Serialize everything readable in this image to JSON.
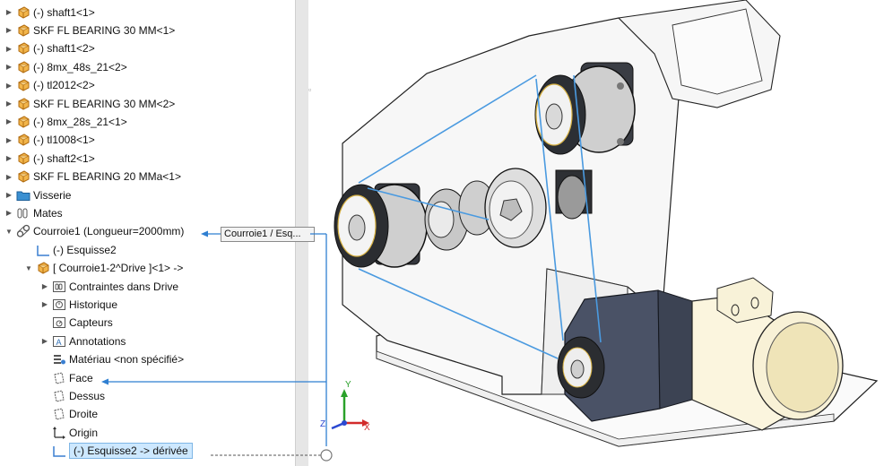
{
  "tree": {
    "items": [
      {
        "label": "(-) shaft1<1>",
        "icon": "part-icon",
        "expander": "right",
        "indent": 0
      },
      {
        "label": "SKF FL BEARING 30 MM<1>",
        "icon": "part-icon",
        "expander": "right",
        "indent": 0
      },
      {
        "label": "(-) shaft1<2>",
        "icon": "part-icon",
        "expander": "right",
        "indent": 0
      },
      {
        "label": "(-) 8mx_48s_21<2>",
        "icon": "part-icon",
        "expander": "right",
        "indent": 0
      },
      {
        "label": "(-) tl2012<2>",
        "icon": "part-icon",
        "expander": "right",
        "indent": 0
      },
      {
        "label": "SKF FL BEARING 30 MM<2>",
        "icon": "part-icon",
        "expander": "right",
        "indent": 0
      },
      {
        "label": "(-) 8mx_28s_21<1>",
        "icon": "part-icon",
        "expander": "right",
        "indent": 0
      },
      {
        "label": "(-) tl1008<1>",
        "icon": "part-icon",
        "expander": "right",
        "indent": 0
      },
      {
        "label": "(-) shaft2<1>",
        "icon": "part-icon",
        "expander": "right",
        "indent": 0
      },
      {
        "label": "SKF FL BEARING 20 MMa<1>",
        "icon": "part-icon",
        "expander": "right",
        "indent": 0
      },
      {
        "label": "Visserie",
        "icon": "folder-icon",
        "expander": "right",
        "indent": 0
      },
      {
        "label": "Mates",
        "icon": "mates-icon",
        "expander": "right",
        "indent": 0
      },
      {
        "label": "Courroie1 (Longueur=2000mm)",
        "icon": "belt-icon",
        "expander": "down",
        "indent": 0
      },
      {
        "label": "(-) Esquisse2",
        "icon": "sketch-icon",
        "expander": "none",
        "indent": 1
      },
      {
        "label": "[ Courroie1-2^Drive ]<1> ->",
        "icon": "part-icon",
        "expander": "down",
        "indent": 1
      },
      {
        "label": "Contraintes dans Drive",
        "icon": "mates-folder-icon",
        "expander": "right",
        "indent": 2
      },
      {
        "label": "Historique",
        "icon": "history-icon",
        "expander": "right",
        "indent": 2
      },
      {
        "label": "Capteurs",
        "icon": "sensor-icon",
        "expander": "none",
        "indent": 2
      },
      {
        "label": "Annotations",
        "icon": "annotation-icon",
        "expander": "right",
        "indent": 2
      },
      {
        "label": "Matériau <non spécifié>",
        "icon": "material-icon",
        "expander": "none",
        "indent": 2
      },
      {
        "label": "Face",
        "icon": "plane-icon",
        "expander": "none",
        "indent": 2
      },
      {
        "label": "Dessus",
        "icon": "plane-icon",
        "expander": "none",
        "indent": 2
      },
      {
        "label": "Droite",
        "icon": "plane-icon",
        "expander": "none",
        "indent": 2
      },
      {
        "label": "Origin",
        "icon": "origin-icon",
        "expander": "none",
        "indent": 2
      },
      {
        "label": "(-) Esquisse2 -> dérivée",
        "icon": "sketch-icon",
        "expander": "none",
        "indent": 2,
        "selected": true
      }
    ]
  },
  "tooltip": {
    "text": "Courroie1 / Esq..."
  },
  "triad": {
    "x_label": "X",
    "y_label": "Y",
    "z_label": "Z"
  },
  "colors": {
    "accent": "#2f7fd1",
    "selection_bg": "#cde8ff",
    "gearbox": "#4a5266",
    "part_icon": "#e8a53a",
    "folder_icon": "#3a8fd1"
  }
}
